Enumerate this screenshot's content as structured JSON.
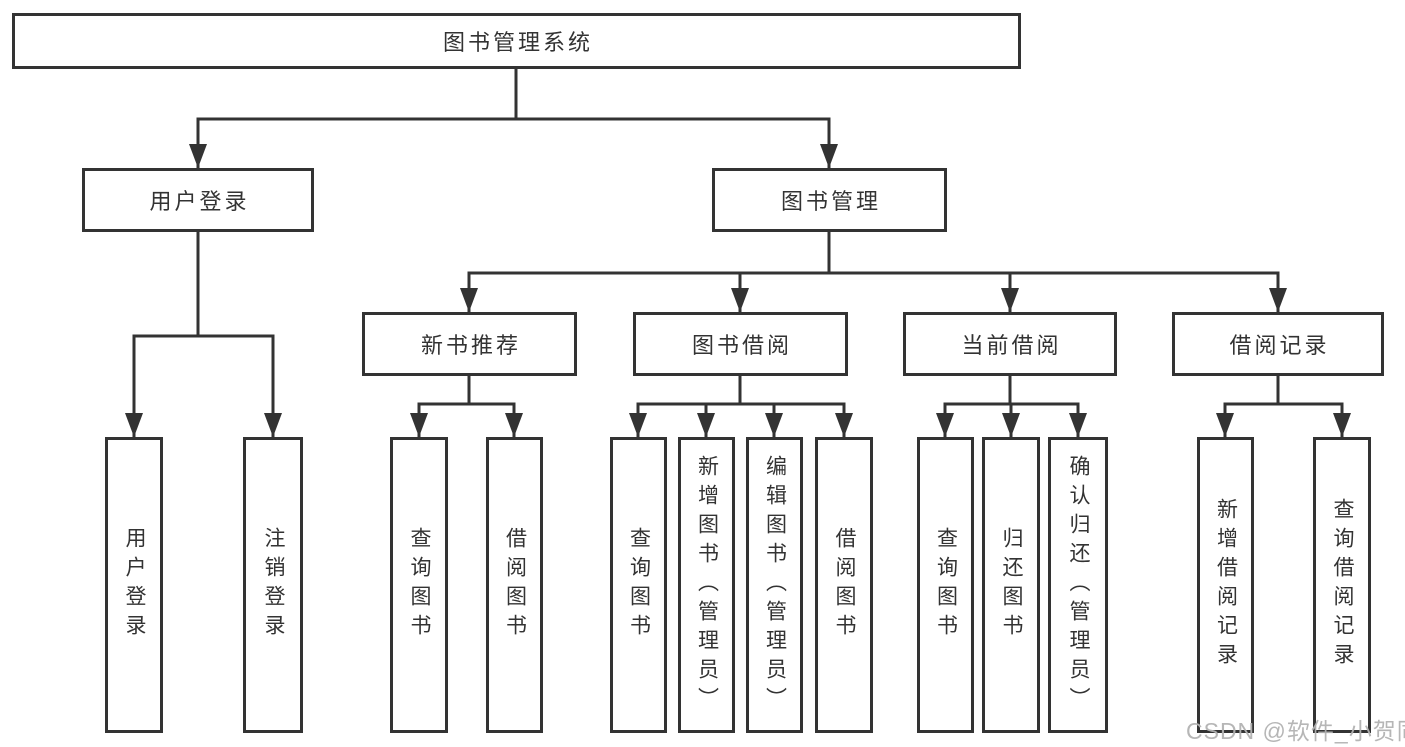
{
  "title": "图书管理系统",
  "watermark": "CSDN @软件_小贺同学",
  "colors": {
    "line": "#333333",
    "text": "#333333",
    "box_background": "#ffffff",
    "watermark": "#b2b2b2"
  },
  "nodes": {
    "user_login": "用户登录",
    "book_management": "图书管理",
    "new_book_recommend": "新书推荐",
    "book_borrow": "图书借阅",
    "current_borrow": "当前借阅",
    "borrow_records": "借阅记录"
  },
  "leaves": {
    "user_login": [
      "用户登录",
      "注销登录"
    ],
    "new_book_recommend": [
      "查询图书",
      "借阅图书"
    ],
    "book_borrow": [
      "查询图书",
      "新增图书（管理员）",
      "编辑图书（管理员）",
      "借阅图书"
    ],
    "current_borrow": [
      "查询图书",
      "归还图书",
      "确认归还（管理员）"
    ],
    "borrow_records": [
      "新增借阅记录",
      "查询借阅记录"
    ]
  }
}
